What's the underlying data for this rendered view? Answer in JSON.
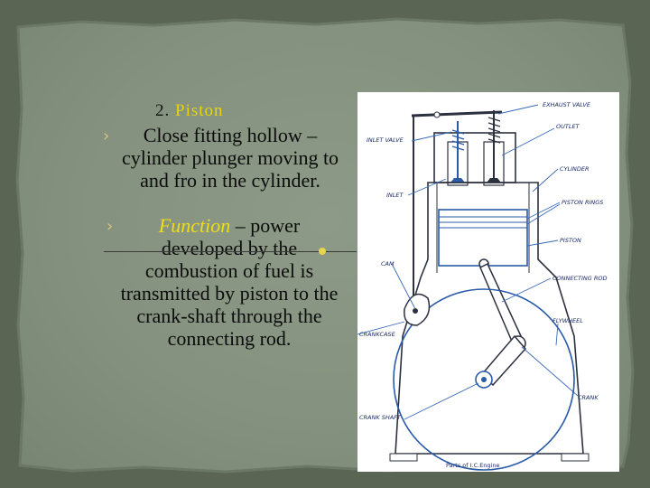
{
  "slide": {
    "heading_number": "2.",
    "heading_title": "Piston",
    "bullet_glyph": "›",
    "point_1": "Close fitting hollow – cylinder plunger moving to and fro in the cylinder.",
    "point_2_term": "Function",
    "point_2_rest": " – power developed by the combustion of fuel is transmitted by piston to the crank-shaft through the connecting rod."
  },
  "diagram": {
    "caption": "Parts of I.C.Engine",
    "labels": {
      "exhaust_valve": "EXHAUST VALVE",
      "outlet": "OUTLET",
      "inlet_valve": "INLET VALVE",
      "cylinder": "CYLINDER",
      "inlet": "INLET",
      "piston_rings": "PISTON RINGS",
      "piston": "PISTON",
      "cam": "CAM",
      "connecting_rod": "CONNECTING ROD",
      "flywheel": "FLYWHEEL",
      "crankcase": "CRANKCASE",
      "crank": "CRANK",
      "crank_shaft": "CRANK SHAFT"
    }
  },
  "colors": {
    "background": "#84917e",
    "text": "#0b0b0b",
    "accent_yellow": "#e8d40a",
    "diagram_blue": "#2a5aa8"
  }
}
